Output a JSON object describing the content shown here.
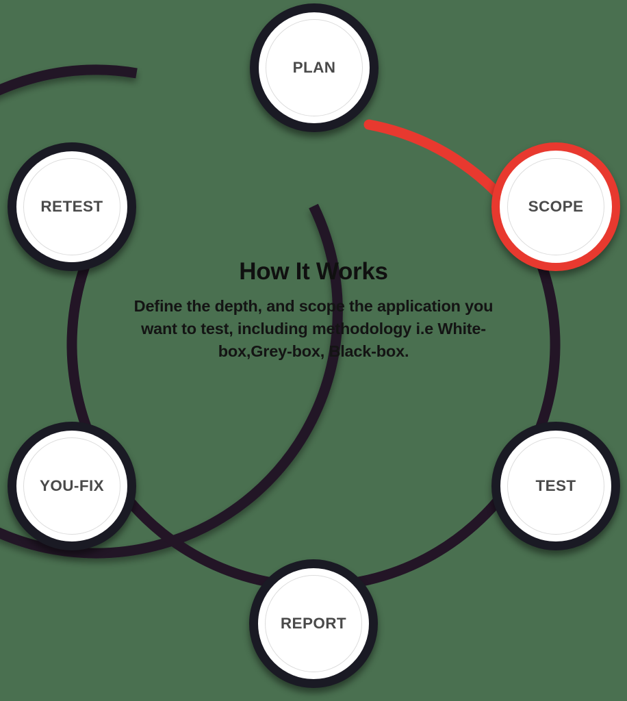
{
  "background_color": "#4A7050",
  "center": {
    "title": "How It Works",
    "description": "Define the depth, and scope the application you want to test, including methodology i.e White-box,Grey-box, Black-box."
  },
  "cycle": {
    "ring_color": "#231526",
    "active_color": "#E8392F",
    "node_fill": "#FFFFFF",
    "label_color": "#4A4A4A",
    "active_step": "SCOPE",
    "active_segment": {
      "from": "PLAN",
      "to": "SCOPE"
    },
    "steps": [
      {
        "id": "plan",
        "label": "PLAN",
        "state": "default",
        "position": "top"
      },
      {
        "id": "scope",
        "label": "SCOPE",
        "state": "active",
        "position": "top-right"
      },
      {
        "id": "test",
        "label": "TEST",
        "state": "default",
        "position": "bottom-right"
      },
      {
        "id": "report",
        "label": "REPORT",
        "state": "default",
        "position": "bottom"
      },
      {
        "id": "youfix",
        "label": "YOU-FIX",
        "state": "default",
        "position": "bottom-left"
      },
      {
        "id": "retest",
        "label": "RETEST",
        "state": "default",
        "position": "top-left"
      }
    ]
  }
}
